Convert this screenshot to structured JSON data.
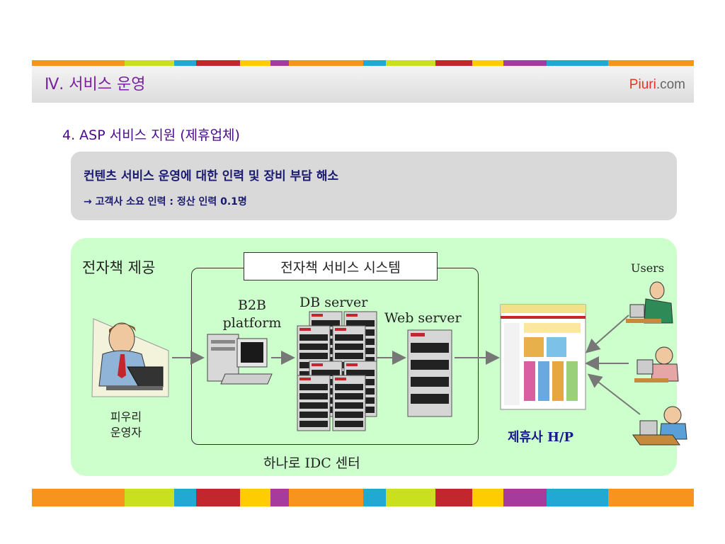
{
  "header": {
    "title": "Ⅳ. 서비스 운영",
    "brand_main": "Piuri",
    "brand_suffix": ".com"
  },
  "section": {
    "heading": "4. ASP 서비스 지원 (제휴업체)"
  },
  "summary": {
    "line1": "컨텐츠 서비스 운영에 대한 인력 및 장비 부담 해소",
    "line2": "→ 고객사 소요 인력 : 정산 인력 0.1명"
  },
  "diagram": {
    "region_title": "전자책 제공",
    "system_title": "전자책 서비스 시스템",
    "operator_label_1": "피우리",
    "operator_label_2": "운영자",
    "b2b_label_1": "B2B",
    "b2b_label_2": "platform",
    "db_label": "DB server",
    "web_label": "Web server",
    "idc_label": "하나로 IDC 센터",
    "partner_label": "제휴사 H/P",
    "users_label": "Users"
  },
  "colors": {
    "title_purple": "#7a1fa0",
    "heading_purple": "#4a0a8c",
    "summary_bg": "#d9d9d9",
    "diagram_bg": "#ccffcc",
    "partner_label": "#1a1a8c",
    "stripe": [
      "#f7941d",
      "#c8e01e",
      "#21a9d4",
      "#c1272d",
      "#ffcc00",
      "#a63a9d",
      "#f7941d",
      "#21a9d4",
      "#c8e01e",
      "#c1272d",
      "#ffcc00",
      "#a63a9d",
      "#21a9d4",
      "#f7941d"
    ]
  },
  "icons": [
    "businessman-laptop-icon",
    "desktop-computer-icon",
    "server-rack-icon",
    "web-server-icon",
    "website-screenshot-icon",
    "user-at-desk-icon",
    "right-arrow-icon"
  ]
}
